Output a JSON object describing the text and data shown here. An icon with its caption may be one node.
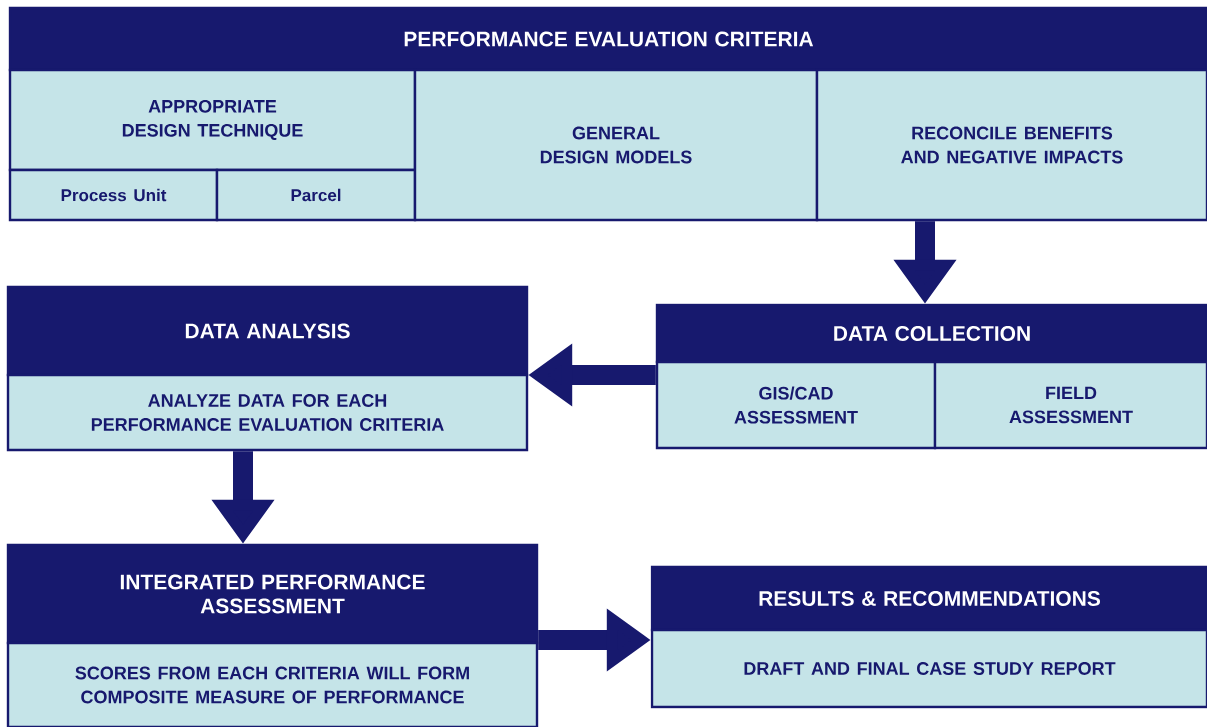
{
  "diagram": {
    "nodes": [
      {
        "text": [
          "PERFORMANCE EVALUATION CRITERIA"
        ]
      },
      {
        "text": [
          "APPROPRIATE DESIGN TECHNIQUE"
        ]
      },
      {
        "text": [
          "Process Unit"
        ]
      },
      {
        "text": [
          "Parcel"
        ]
      },
      {
        "text": [
          "GENERAL DESIGN MODELS"
        ]
      },
      {
        "text": [
          "RECONCILE BENEFITS AND NEGATIVE IMPACTS"
        ]
      },
      {
        "text": [
          "DATA ANALYSIS"
        ]
      },
      {
        "text": [
          "ANALYZE DATA FOR EACH PERFORMANCE EVALUATION CRITERIA"
        ]
      },
      {
        "text": [
          "DATA COLLECTION"
        ]
      },
      {
        "text": [
          "GIS/CAD ASSESSMENT"
        ]
      },
      {
        "text": [
          "FIELD ASSESSMENT"
        ]
      },
      {
        "text": [
          "INTEGRATED PERFORMANCE ASSESSMENT"
        ]
      },
      {
        "text": [
          "SCORES FROM EACH CRITERIA WILL FORM COMPOSITE MEASURE OF PERFORMANCE"
        ]
      },
      {
        "text": [
          "RESULTS & RECOMMENDATIONS"
        ]
      },
      {
        "text": [
          "DRAFT AND FINAL CASE STUDY REPORT"
        ]
      }
    ],
    "edges": [
      {
        "from": 5,
        "to": 8,
        "arrow": "to"
      },
      {
        "from": 9,
        "to": 7,
        "arrow": "to"
      },
      {
        "from": 7,
        "to": 11,
        "arrow": "to"
      },
      {
        "from": 11,
        "to": 14,
        "arrow": "to"
      }
    ]
  }
}
